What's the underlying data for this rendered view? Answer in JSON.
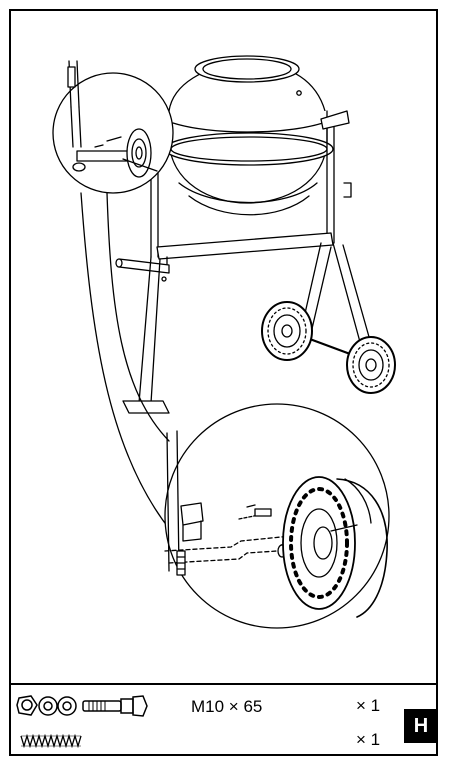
{
  "parts": {
    "bolt_spec": "M10 × 65",
    "bolt_qty": "× 1",
    "spring_qty": "× 1"
  },
  "step": {
    "letter": "H"
  },
  "icons": {
    "washers": "nut-and-washers-icon",
    "bolt": "bolt-icon",
    "spring": "spring-icon"
  },
  "colors": {
    "line": "#000000",
    "background": "#ffffff"
  }
}
